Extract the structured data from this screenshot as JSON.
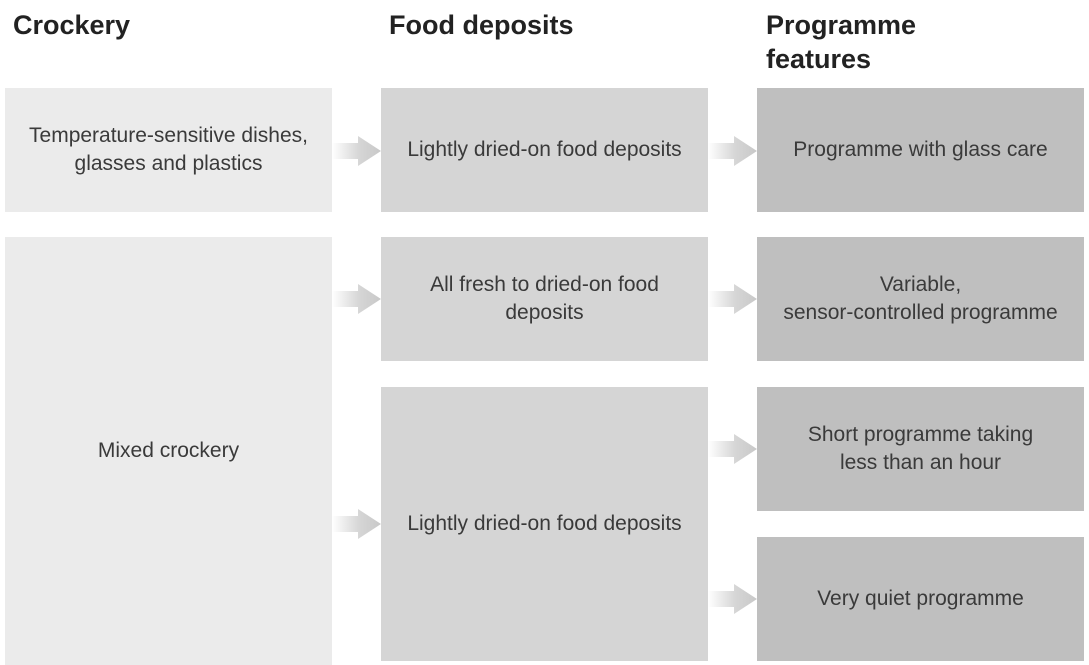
{
  "headings": {
    "crockery": "Crockery",
    "food_deposits": "Food deposits",
    "programme_features": "Programme\nfeatures"
  },
  "crockery": {
    "row1": "Temperature-sensitive dishes,\nglasses and plastics",
    "row2": "Mixed crockery"
  },
  "deposits": {
    "row1": "Lightly dried-on food deposits",
    "row2": "All fresh to dried-on food\ndeposits",
    "row3": "Lightly dried-on food deposits"
  },
  "programmes": {
    "p1": "Programme with glass care",
    "p2": "Variable,\nsensor-controlled programme",
    "p3": "Short programme taking\nless than an hour",
    "p4": "Very quiet programme"
  },
  "colors": {
    "column1_fill": "#ebebeb",
    "column2_fill": "#d5d5d5",
    "column3_fill": "#bfbfbf",
    "arrow_fill": "#d0d0d0"
  }
}
